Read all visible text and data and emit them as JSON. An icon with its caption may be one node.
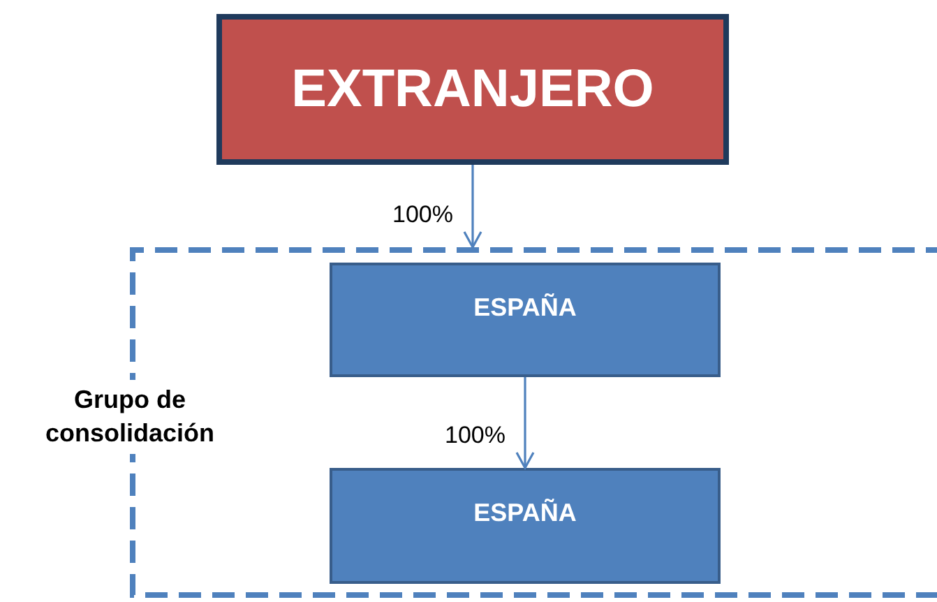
{
  "diagram": {
    "nodes": [
      {
        "text": [
          "EXTRANJERO"
        ]
      },
      {
        "text": [
          "Grupo de consolidación"
        ]
      },
      {
        "text": [
          "ESPAÑA"
        ],
        "in": 1
      },
      {
        "text": [
          "ESPAÑA"
        ],
        "in": 1
      }
    ],
    "edges": [
      {
        "from": 0,
        "to": 1,
        "arrow": "to",
        "label": "100%"
      },
      {
        "from": 2,
        "to": 3,
        "arrow": "to",
        "label": "100%"
      }
    ]
  }
}
